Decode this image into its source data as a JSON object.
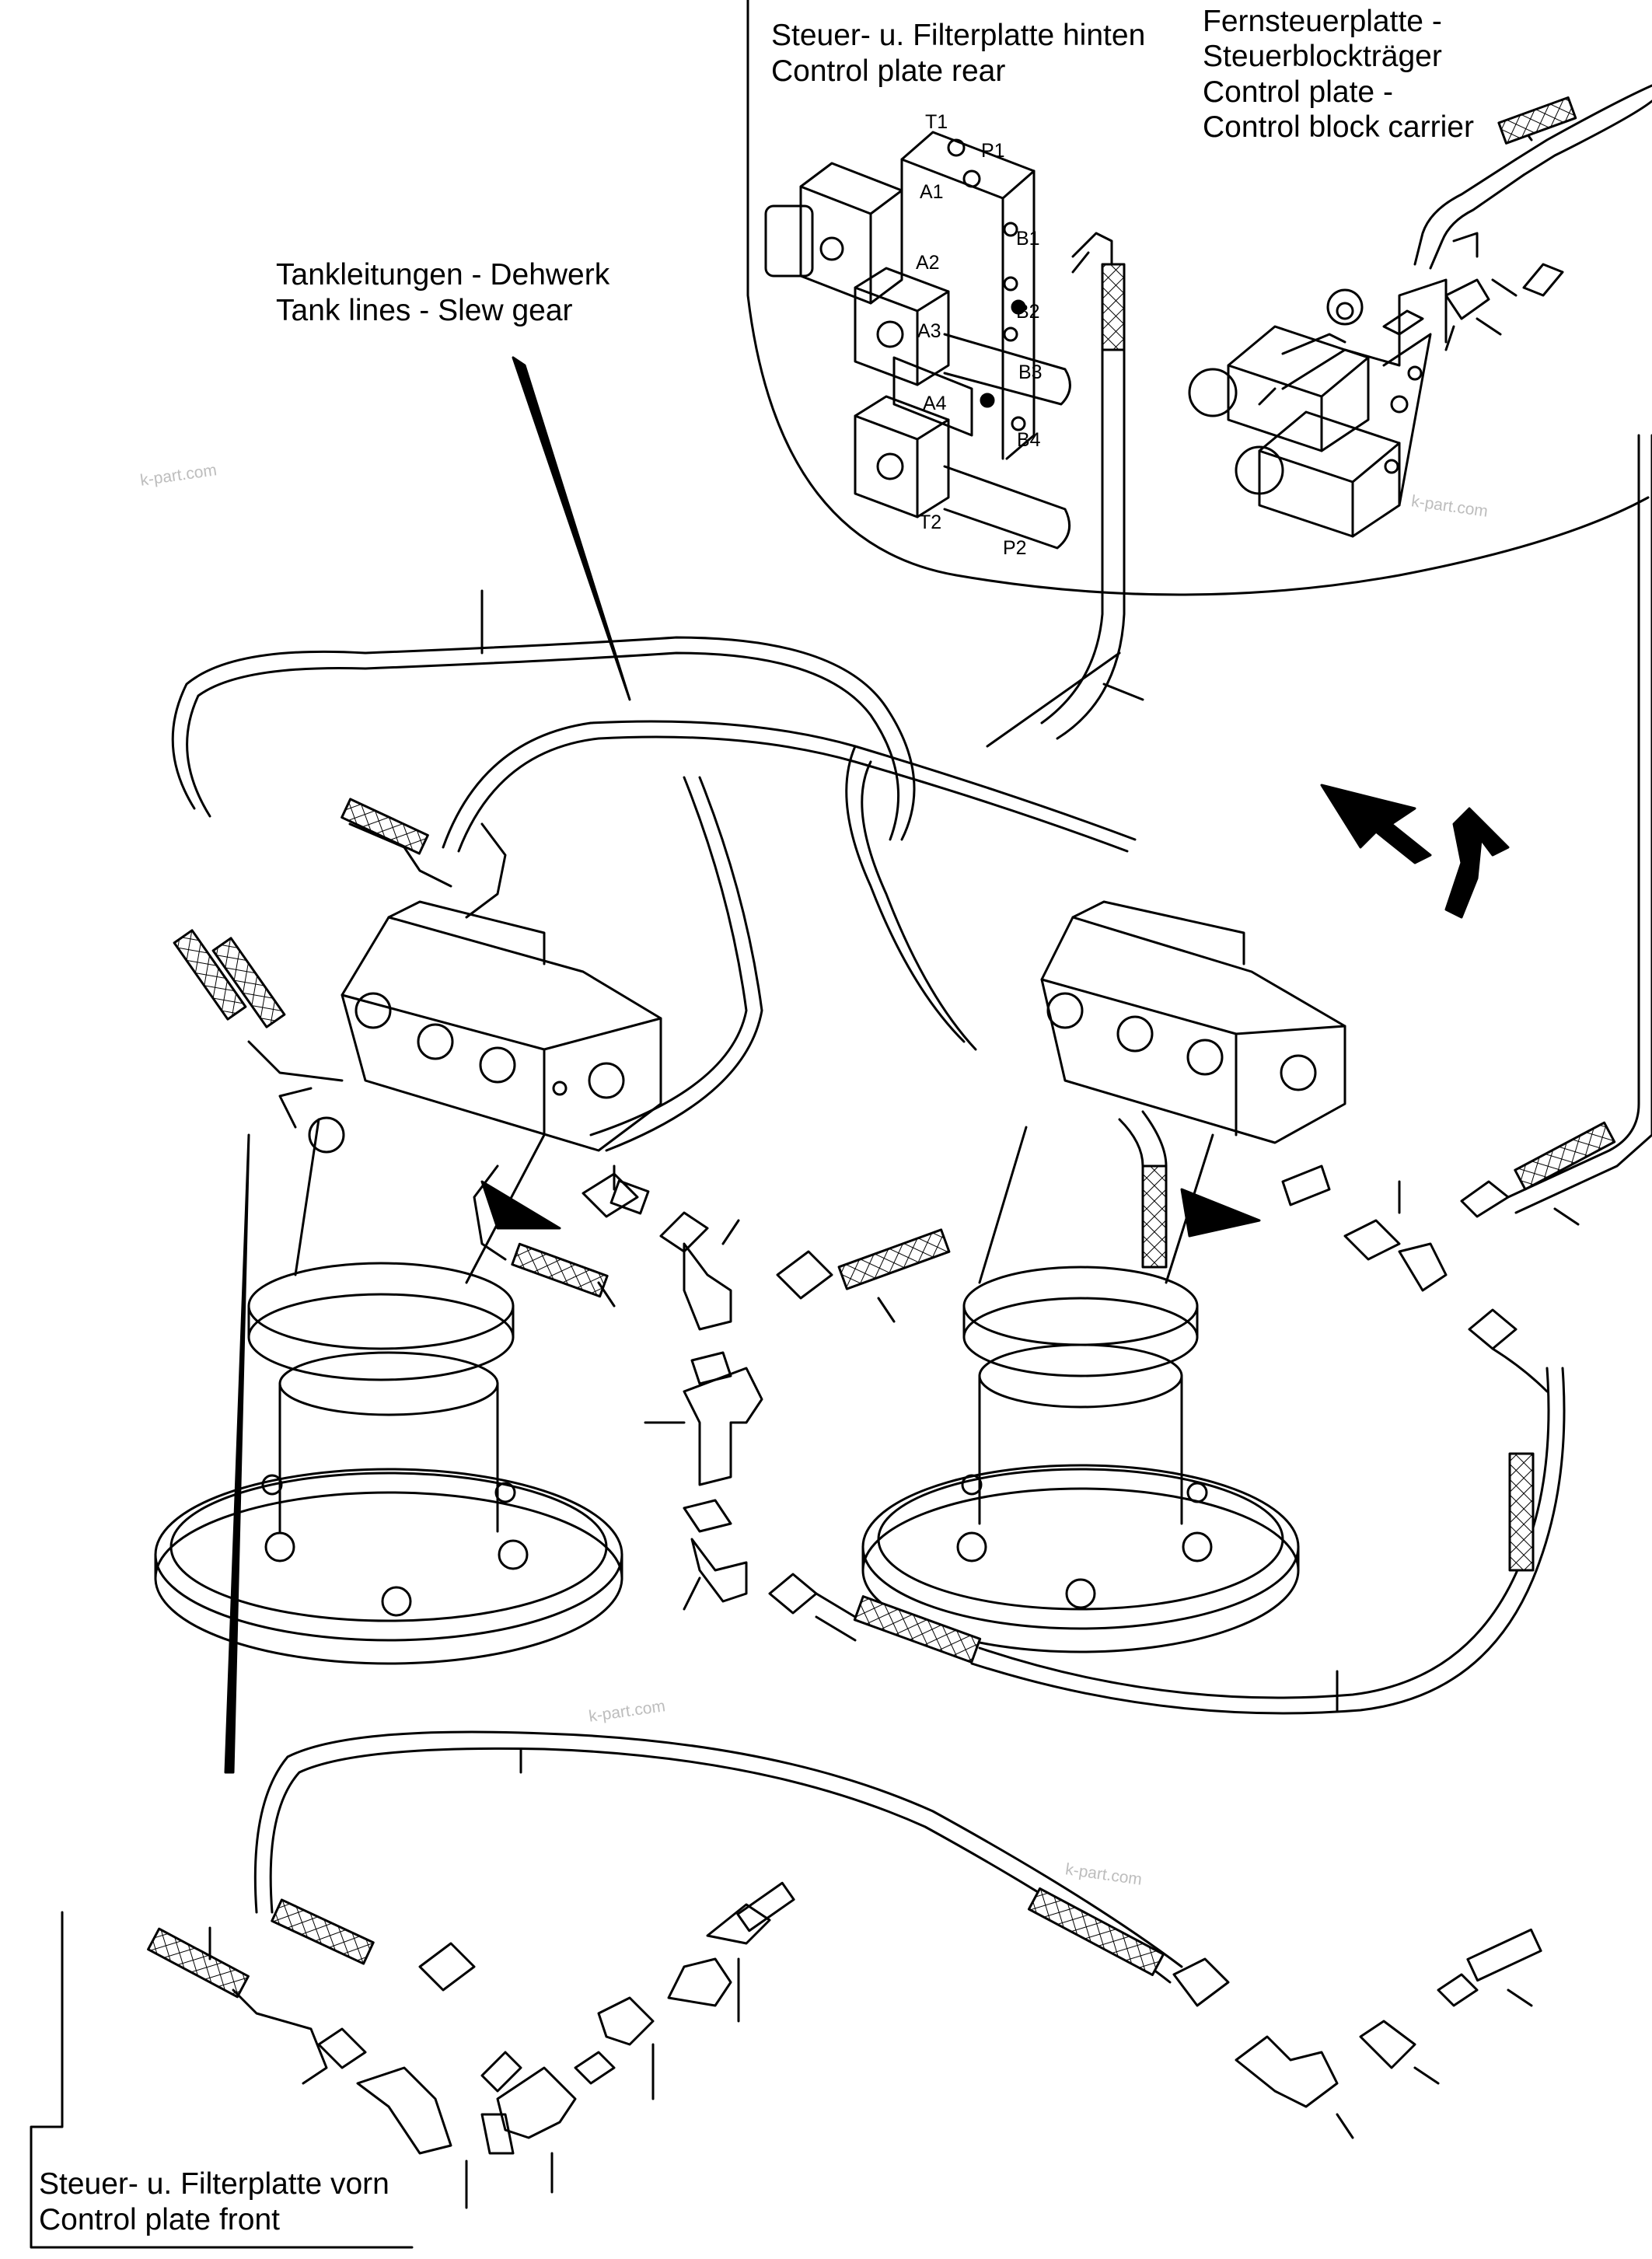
{
  "labels": {
    "rear_de": "Steuer- u. Filterplatte hinten",
    "rear_en": "Control plate rear",
    "remote_de_1": "Fernsteuerplatte -",
    "remote_de_2": "Steuerblockträger",
    "remote_en_1": "Control plate -",
    "remote_en_2": "Control block carrier",
    "tank_de": "Tankleitungen - Dehwerk",
    "tank_en": "Tank lines - Slew gear",
    "front_de": "Steuer- u. Filterplatte vorn",
    "front_en": "Control plate front",
    "direction": "F"
  },
  "ports": [
    "T1",
    "P1",
    "A1",
    "B1",
    "A2",
    "B2",
    "A3",
    "B3",
    "A4",
    "B4",
    "T2",
    "P2"
  ],
  "watermark": "k-part.com"
}
